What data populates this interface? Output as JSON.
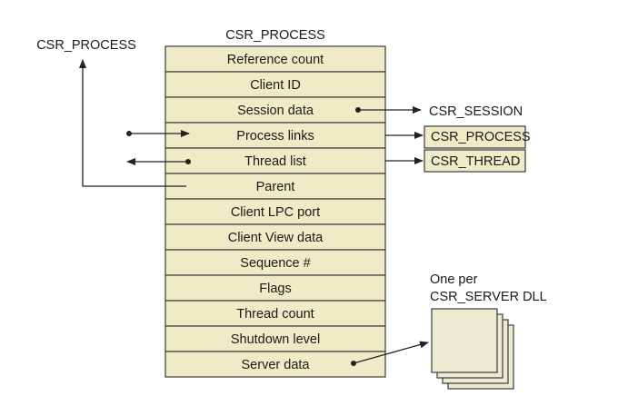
{
  "struct_title": "CSR_PROCESS",
  "fields": [
    "Reference count",
    "Client ID",
    "Session data",
    "Process links",
    "Thread list",
    "Parent",
    "Client LPC port",
    "Client View data",
    "Sequence #",
    "Flags",
    "Thread count",
    "Shutdown level",
    "Server data"
  ],
  "parent_target": "CSR_PROCESS",
  "session_target": "CSR_SESSION",
  "process_links_target": "CSR_PROCESS",
  "thread_list_target": "CSR_THREAD",
  "server_dll_note": {
    "line1": "One per",
    "line2": "CSR_SERVER DLL"
  },
  "colors": {
    "field_fill": "#eeebc6",
    "border": "#3a3a3a",
    "arrow": "#222222"
  }
}
